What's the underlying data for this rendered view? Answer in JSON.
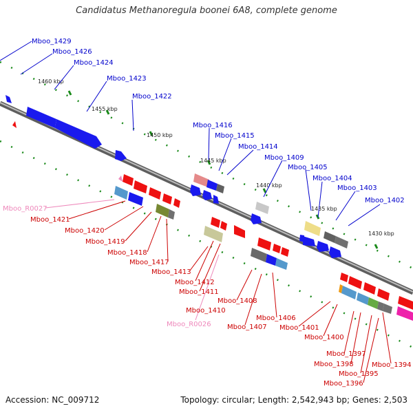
{
  "title": "Candidatus Methanoregula boonei 6A8, complete genome",
  "accession": "Accession: NC_009712",
  "topology": "Topology: circular; Length: 2,542,943 bp; Genes: 2,503",
  "colors": {
    "forward_label": "#0000cc",
    "reverse_label": "#cc0000",
    "rna_label": "#ee88bb",
    "backbone": "#8a8a8a",
    "tick": "#1a8a1a"
  },
  "kbp_labels": [
    "1460 kbp",
    "1455 kbp",
    "1450 kbp",
    "1445 kbp",
    "1440 kbp",
    "1435 kbp",
    "1430 kbp"
  ],
  "forward_labels": [
    "Mboo_1429",
    "Mboo_1426",
    "Mboo_1424",
    "Mboo_1423",
    "Mboo_1422",
    "Mboo_1416",
    "Mboo_1415",
    "Mboo_1414",
    "Mboo_1409",
    "Mboo_1405",
    "Mboo_1404",
    "Mboo_1403",
    "Mboo_1402"
  ],
  "reverse_labels": [
    "Mboo_R0027",
    "Mboo_1421",
    "Mboo_1420",
    "Mboo_1419",
    "Mboo_1418",
    "Mboo_1417",
    "Mboo_1413",
    "Mboo_1412",
    "Mboo_1411",
    "Mboo_1410",
    "Mboo_R0026",
    "Mboo_1408",
    "Mboo_1407",
    "Mboo_1406",
    "Mboo_1401",
    "Mboo_1400",
    "Mboo_1397",
    "Mboo_1398",
    "Mboo_1395",
    "Mboo_1396",
    "Mboo_1394"
  ]
}
